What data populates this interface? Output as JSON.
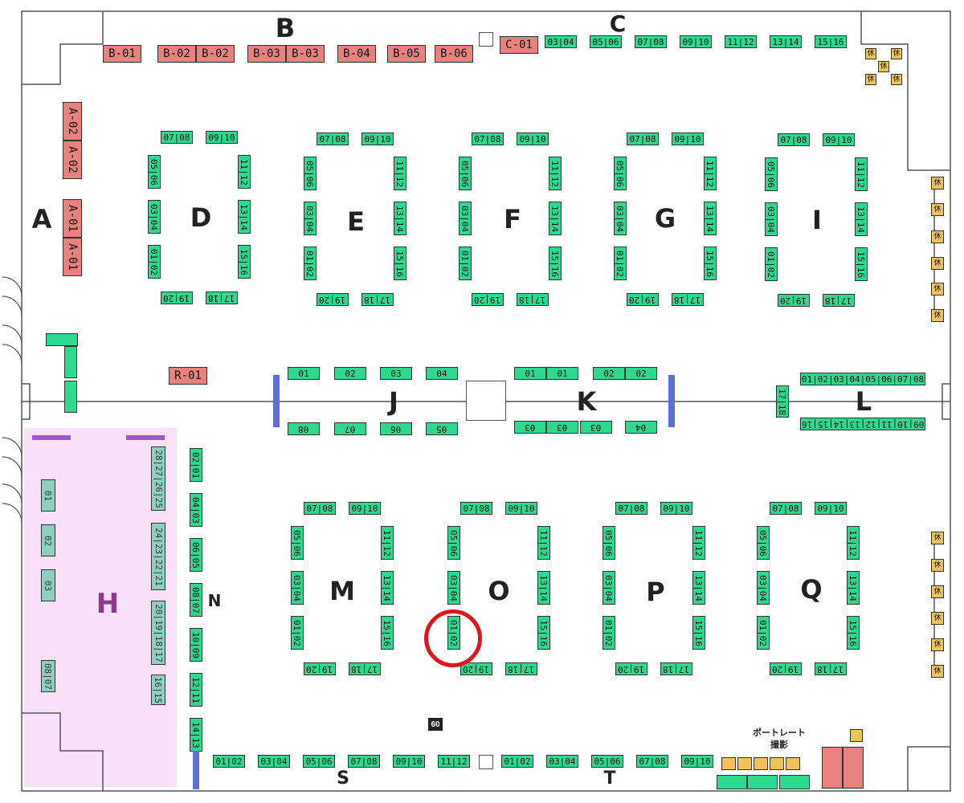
{
  "zones": {
    "A": "A",
    "B": "B",
    "C": "C",
    "D": "D",
    "E": "E",
    "F": "F",
    "G": "G",
    "I": "I",
    "J": "J",
    "K": "K",
    "L": "L",
    "M": "M",
    "N": "N",
    "O": "O",
    "P": "P",
    "Q": "Q",
    "S": "S",
    "T": "T",
    "H": "H"
  },
  "booth_labels": {
    "b01": "B-01",
    "b02": "B-02",
    "b03": "B-03",
    "b04": "B-04",
    "b05": "B-05",
    "b06": "B-06",
    "c01": "C-01",
    "a01": "A-01",
    "a02": "A-02",
    "r01": "R-01",
    "0102": "01|02",
    "0304": "03|04",
    "0506": "05|06",
    "0708": "07|08",
    "0910": "09|10",
    "1112": "11|12",
    "1314": "13|14",
    "1516": "15|16",
    "1718": "17|18",
    "1920": "19|20",
    "0201": "02|01",
    "0403": "04|03",
    "0605": "06|05",
    "0807": "08|07",
    "1009": "10|09",
    "1211": "12|11",
    "1413": "14|13",
    "j01": "01",
    "j02": "02",
    "j03": "03",
    "j04": "04",
    "j05": "05",
    "j06": "06",
    "j07": "07",
    "j08": "08",
    "L_top": "01|02|03|04|05|06|07|08",
    "L_bottom": "09|10|11|12|13|14|15|16",
    "L_side": "17|18",
    "H2825": "28|27|26|25",
    "H2421": "24|23|22|21",
    "H2017": "20|19|18|17",
    "H1615": "16|15",
    "H0807": "08|07",
    "H01": "01",
    "H02": "02",
    "H03": "03",
    "kanji": "休"
  },
  "marker_60": "60",
  "portrait_label_line1": "ポートレート",
  "portrait_label_line2": "撮影",
  "colors": {
    "booth": "#2dd98f",
    "vendor": "#e8827e",
    "rest": "#efc35a",
    "zone_h_bg": "#f9e0f9",
    "zone_h_label": "#8b3a8f",
    "highlight": "#e0161b",
    "divider": "#5c6fd4"
  }
}
